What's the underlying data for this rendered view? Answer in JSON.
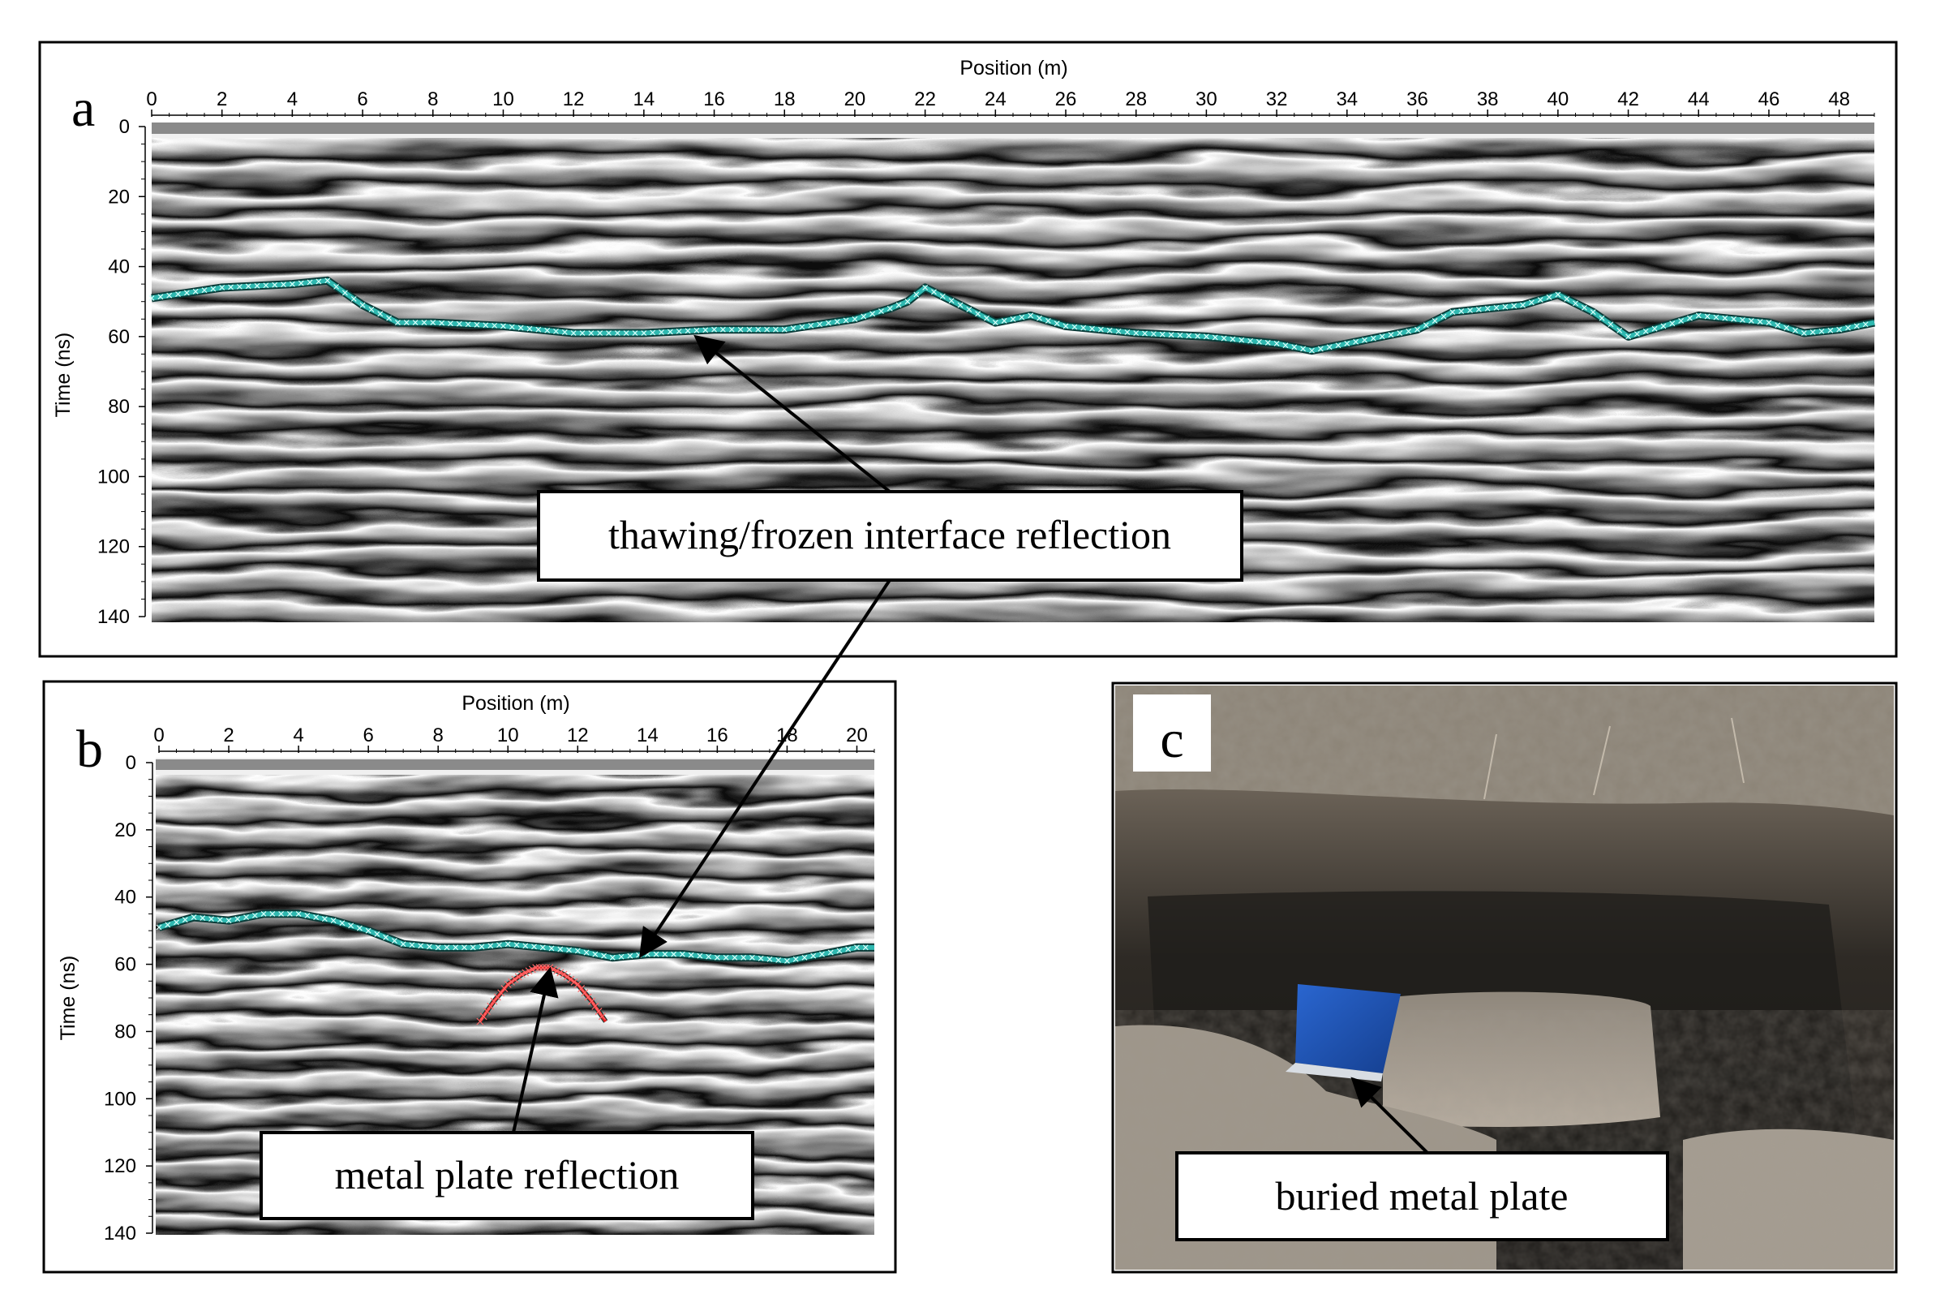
{
  "panels": {
    "a": {
      "letter": "a"
    },
    "b": {
      "letter": "b"
    },
    "c": {
      "letter": "c"
    }
  },
  "callouts": {
    "thawing": "thawing/frozen interface reflection",
    "metal": "metal plate reflection",
    "buried": "buried metal plate"
  },
  "colors": {
    "interface_pick": "#2fb8b0",
    "metal_pick": "#e02020",
    "water": "#a39a8e",
    "soil_dark": "#2a2723",
    "plate_blue": "#1f56b8"
  },
  "chart_data": [
    {
      "type": "line",
      "panel": "a",
      "xlabel": "Position (m)",
      "ylabel": "Time (ns)",
      "xlim": [
        0,
        49
      ],
      "ylim": [
        0,
        140
      ],
      "y_inverted": true,
      "x_ticks": [
        0,
        2,
        4,
        6,
        8,
        10,
        12,
        14,
        16,
        18,
        20,
        22,
        24,
        26,
        28,
        30,
        32,
        34,
        36,
        38,
        40,
        42,
        44,
        46,
        48
      ],
      "y_ticks": [
        0,
        20,
        40,
        60,
        80,
        100,
        120,
        140
      ],
      "series": [
        {
          "x": [
            0,
            2,
            4,
            5,
            6,
            7,
            8,
            10,
            12,
            14,
            16,
            18,
            20,
            21,
            21.5,
            22,
            23,
            24,
            25,
            26,
            28,
            30,
            32,
            33,
            34,
            36,
            37,
            38,
            39,
            40,
            41,
            42,
            43,
            44,
            46,
            47,
            48,
            49
          ],
          "y": [
            49,
            46,
            45,
            44,
            51,
            56,
            56,
            57,
            59,
            59,
            58,
            58,
            55,
            52,
            50,
            46,
            51,
            56,
            54,
            57,
            59,
            60,
            62,
            64,
            62,
            58,
            53,
            52,
            51,
            48,
            53,
            60,
            57,
            54,
            56,
            59,
            58,
            56
          ]
        }
      ]
    },
    {
      "type": "line",
      "panel": "b",
      "xlabel": "Position (m)",
      "ylabel": "Time (ns)",
      "xlim": [
        0,
        20.5
      ],
      "ylim": [
        0,
        140
      ],
      "y_inverted": true,
      "x_ticks": [
        0,
        2,
        4,
        6,
        8,
        10,
        12,
        14,
        16,
        18,
        20
      ],
      "y_ticks": [
        0,
        20,
        40,
        60,
        80,
        100,
        120,
        140
      ],
      "series": [
        {
          "x": [
            0,
            1,
            2,
            3,
            4,
            5,
            6,
            7,
            8,
            9,
            10,
            11,
            12,
            13,
            14,
            15,
            16,
            17,
            18,
            19,
            20,
            20.5
          ],
          "y": [
            49,
            46,
            47,
            45,
            45,
            47,
            50,
            54,
            55,
            55,
            54,
            55,
            56,
            58,
            57,
            57,
            58,
            58,
            59,
            57,
            55,
            55
          ]
        },
        {
          "x": [
            9.2,
            9.6,
            10,
            10.4,
            10.8,
            11.2,
            11.6,
            12,
            12.4,
            12.8
          ],
          "y": [
            77,
            71,
            66,
            63,
            61,
            61,
            63,
            66,
            71,
            77
          ]
        }
      ]
    }
  ]
}
